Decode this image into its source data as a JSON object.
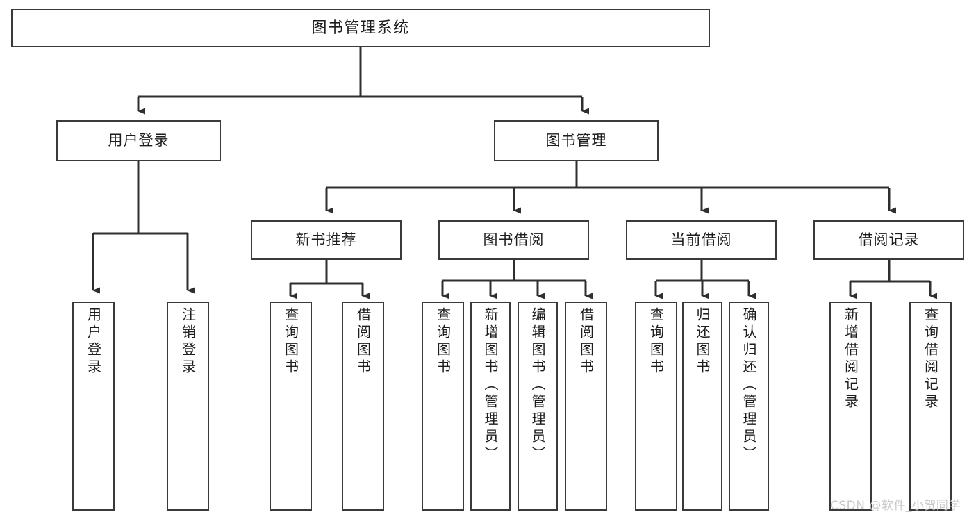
{
  "diagram": {
    "title": "图书管理系统",
    "type": "tree",
    "background_color": "#ffffff",
    "node_border_color": "#3a3a3a",
    "node_fill_color": "#ffffff",
    "edge_color": "#2f2f2f",
    "root": {
      "id": "root",
      "label": "图书管理系统"
    },
    "level2": [
      {
        "id": "user-login",
        "label": "用户登录"
      },
      {
        "id": "book-manage",
        "label": "图书管理"
      }
    ],
    "level3": [
      {
        "id": "new-book-recommend",
        "label": "新书推荐"
      },
      {
        "id": "book-borrow",
        "label": "图书借阅"
      },
      {
        "id": "current-borrow",
        "label": "当前借阅"
      },
      {
        "id": "borrow-record",
        "label": "借阅记录"
      }
    ],
    "leaves": {
      "user_login": [
        {
          "id": "leaf-user-login",
          "label": "用户登录"
        },
        {
          "id": "leaf-logout-login",
          "label": "注销登录"
        }
      ],
      "new_book_recommend": [
        {
          "id": "leaf-query-book-1",
          "label": "查询图书"
        },
        {
          "id": "leaf-borrow-book-1",
          "label": "借阅图书"
        }
      ],
      "book_borrow": [
        {
          "id": "leaf-query-book-2",
          "label": "查询图书"
        },
        {
          "id": "leaf-add-book",
          "label": "新增图书（管理员）"
        },
        {
          "id": "leaf-edit-book",
          "label": "编辑图书（管理员）"
        },
        {
          "id": "leaf-borrow-book-2",
          "label": "借阅图书"
        }
      ],
      "current_borrow": [
        {
          "id": "leaf-query-book-3",
          "label": "查询图书"
        },
        {
          "id": "leaf-return-book",
          "label": "归还图书"
        },
        {
          "id": "leaf-confirm-return",
          "label": "确认归还（管理员）"
        }
      ],
      "borrow_record": [
        {
          "id": "leaf-add-record",
          "label": "新增借阅记录"
        },
        {
          "id": "leaf-query-record",
          "label": "查询借阅记录"
        }
      ]
    }
  },
  "watermark": {
    "text": "CSDN @软件_小贺同学",
    "color": "#c9c9c9"
  }
}
